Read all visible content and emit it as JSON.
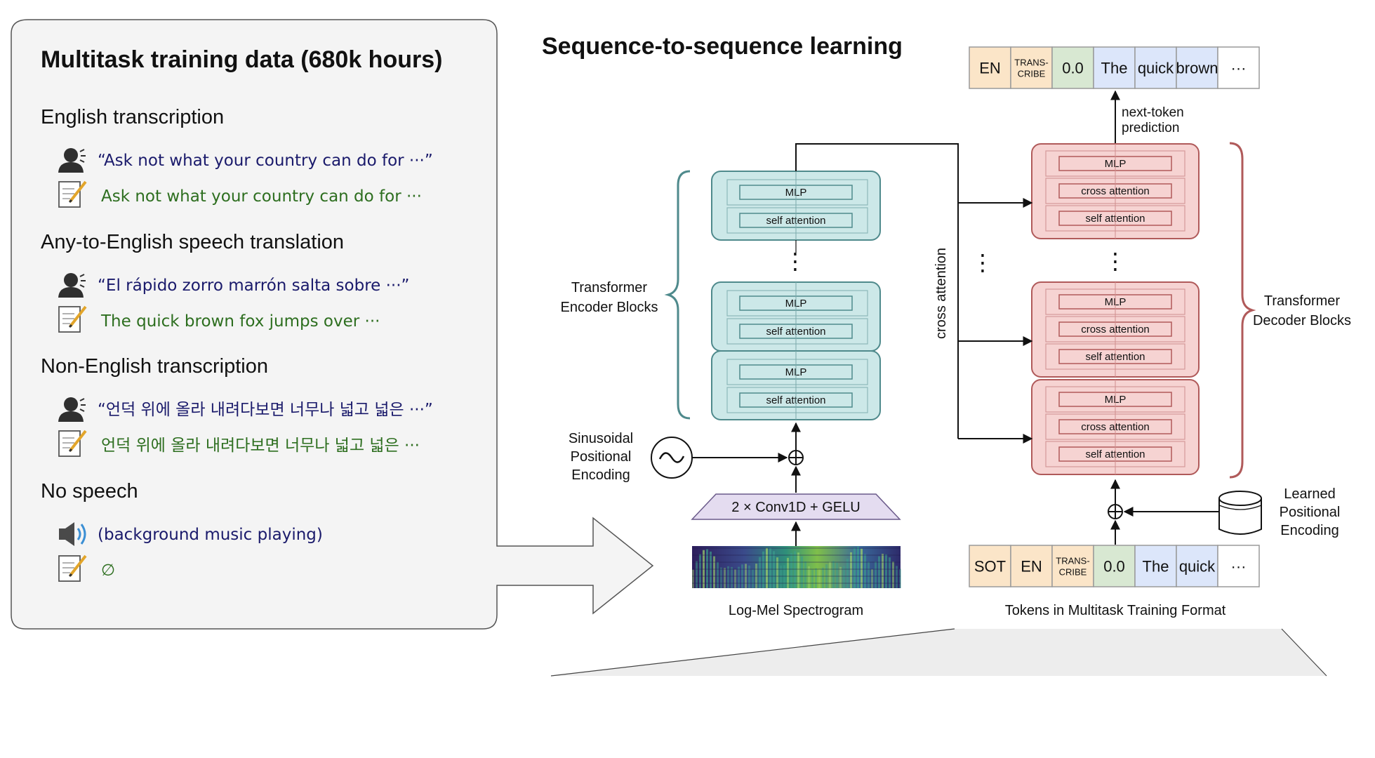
{
  "left_panel": {
    "title": "Multitask training data (680k hours)",
    "sections": [
      {
        "heading": "English transcription",
        "audio_icon": "speaking-person-icon",
        "audio_text": "“Ask not what your country can do for ···”",
        "transcript_icon": "memo-icon",
        "transcript_text": "Ask not what your country can do for ···"
      },
      {
        "heading": "Any-to-English speech translation",
        "audio_icon": "speaking-person-icon",
        "audio_text": "“El rápido zorro marrón salta sobre ···”",
        "transcript_icon": "memo-icon",
        "transcript_text": "The quick brown fox jumps over ···"
      },
      {
        "heading": "Non-English transcription",
        "audio_icon": "speaking-person-icon",
        "audio_text": "“언덕 위에 올라 내려다보면 너무나 넓고 넓은 ···”",
        "transcript_icon": "memo-icon",
        "transcript_text": "언덕 위에 올라 내려다보면 너무나 넓고 넓은 ···"
      },
      {
        "heading": "No speech",
        "audio_icon": "speaker-icon",
        "audio_text": "(background music playing)",
        "transcript_icon": "memo-icon",
        "transcript_text": "∅"
      }
    ]
  },
  "right_panel": {
    "title": "Sequence-to-sequence learning",
    "output_tokens": [
      "EN",
      "TRANS-\nCRIBE",
      "0.0",
      "The",
      "quick",
      "brown",
      "···"
    ],
    "input_tokens": [
      "SOT",
      "EN",
      "TRANS-\nCRIBE",
      "0.0",
      "The",
      "quick",
      "···"
    ],
    "next_token_label": "next-token\nprediction",
    "encoder_label": "Transformer\nEncoder Blocks",
    "decoder_label": "Transformer\nDecoder Blocks",
    "sinusoidal_label": "Sinusoidal\nPositional\nEncoding",
    "learned_label": "Learned\nPositional\nEncoding",
    "conv_label": "2 × Conv1D + GELU",
    "spectrogram_label": "Log-Mel Spectrogram",
    "tokens_label": "Tokens in Multitask Training Format",
    "cross_attention_label": "cross attention",
    "block_labels": {
      "mlp": "MLP",
      "self_attention": "self attention",
      "cross_attention": "cross attention"
    },
    "ellipsis": "⋮",
    "vertical_dots": "⋮"
  },
  "colors": {
    "encoder_fill": "#cce8e8",
    "encoder_stroke": "#4f8a8c",
    "decoder_fill": "#f6d3d2",
    "decoder_stroke": "#b05a5a",
    "lang_token": "#fbe5c8",
    "task_token": "#fbe5c8",
    "time_token": "#d8e8d2",
    "text_token": "#dce6fa",
    "conv_fill": "#e4dcf0",
    "panel_fill": "#f5f5f5",
    "heading_blue": "#1a1a6b",
    "heading_green": "#2d6e1f"
  }
}
